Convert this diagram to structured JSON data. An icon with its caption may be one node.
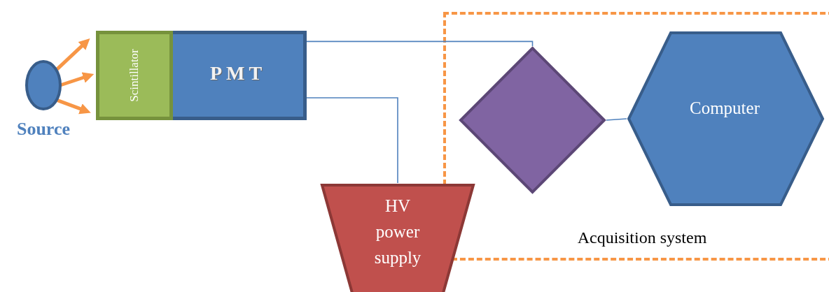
{
  "diagram": {
    "nodes": [
      {
        "text": [
          "Source"
        ]
      },
      {
        "text": [
          "Scintillator"
        ]
      },
      {
        "text": [
          "PMT"
        ]
      },
      {
        "text": [
          "Acquisition system"
        ]
      },
      {
        "text": [],
        "shape": "diamond",
        "in": 3
      },
      {
        "text": [
          "Computer"
        ],
        "in": 3
      },
      {
        "text": [
          "HV power supply"
        ]
      }
    ],
    "edges": [
      {
        "from": 0,
        "to": 1,
        "arrow": "to",
        "style": "thick",
        "color": "#f79646"
      },
      {
        "from": 0,
        "to": 1,
        "arrow": "to",
        "style": "thick",
        "color": "#f79646"
      },
      {
        "from": 0,
        "to": 1,
        "arrow": "to",
        "style": "thick",
        "color": "#f79646"
      },
      {
        "from": 2,
        "to": 4,
        "arrow": "none",
        "color": "#4f81bd"
      },
      {
        "from": 2,
        "to": 6,
        "arrow": "none",
        "color": "#4f81bd"
      },
      {
        "from": 4,
        "to": 5,
        "arrow": "none",
        "color": "#4f81bd"
      }
    ]
  }
}
